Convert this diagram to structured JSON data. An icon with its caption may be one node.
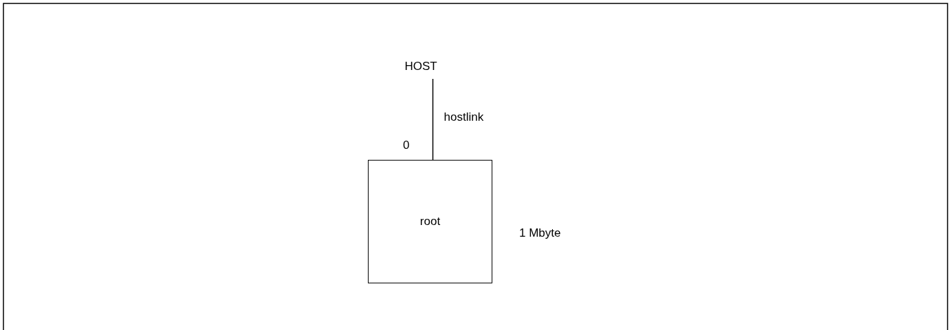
{
  "diagram": {
    "nodes": [
      {
        "text": [
          "HOST"
        ]
      },
      {
        "text": [
          "root"
        ],
        "beside": [
          "1 Mbyte"
        ]
      }
    ],
    "edges": [
      {
        "from": 0,
        "to": 1,
        "arrow": "none",
        "label": "hostlink"
      }
    ],
    "labels": [
      "0"
    ]
  }
}
